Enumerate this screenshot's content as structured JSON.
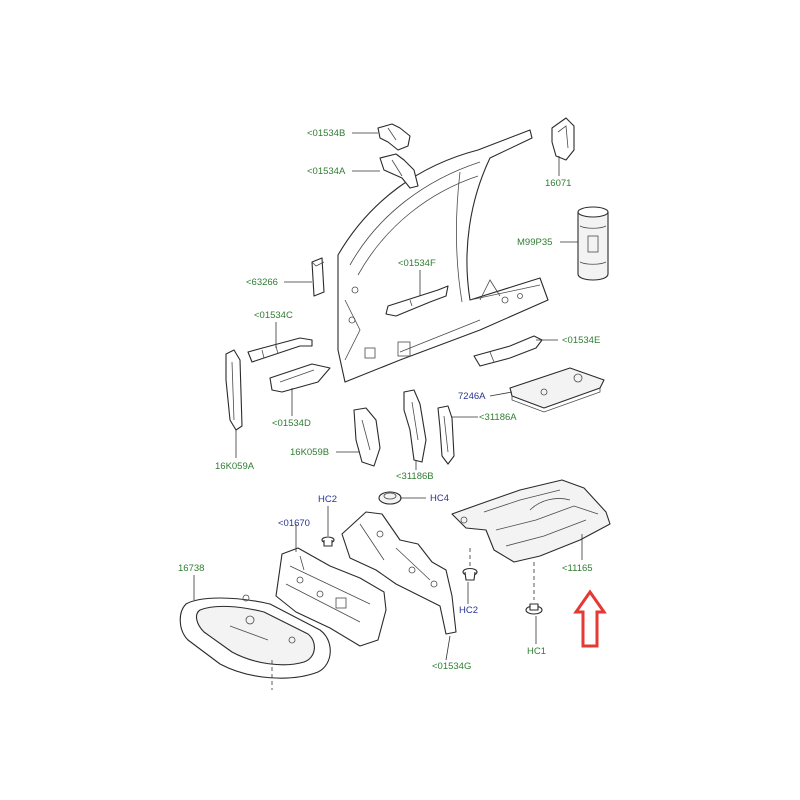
{
  "labels": {
    "l01534B": "<01534B",
    "l01534A": "<01534A",
    "l16071": "16071",
    "lM99P35": "M99P35",
    "l01534F": "<01534F",
    "l63266": "<63266",
    "l01534C": "<01534C",
    "l01534E": "<01534E",
    "l01534D": "<01534D",
    "l7246A": "7246A",
    "l31186A": "<31186A",
    "l16K059A": "16K059A",
    "l16K059B": "16K059B",
    "l31186B": "<31186B",
    "lHC2top": "HC2",
    "lHC4": "HC4",
    "l01670": "<01670",
    "l16738": "16738",
    "l11165": "<11165",
    "lHC2bottom": "HC2",
    "lHC1": "HC1",
    "l01534G": "<01534G"
  },
  "colors": {
    "part_number": "#2e7d32",
    "fastener_number": "#283593",
    "highlight_arrow": "#e53935"
  },
  "highlight": {
    "icon": "up-arrow-icon",
    "points_to": "<11165"
  }
}
